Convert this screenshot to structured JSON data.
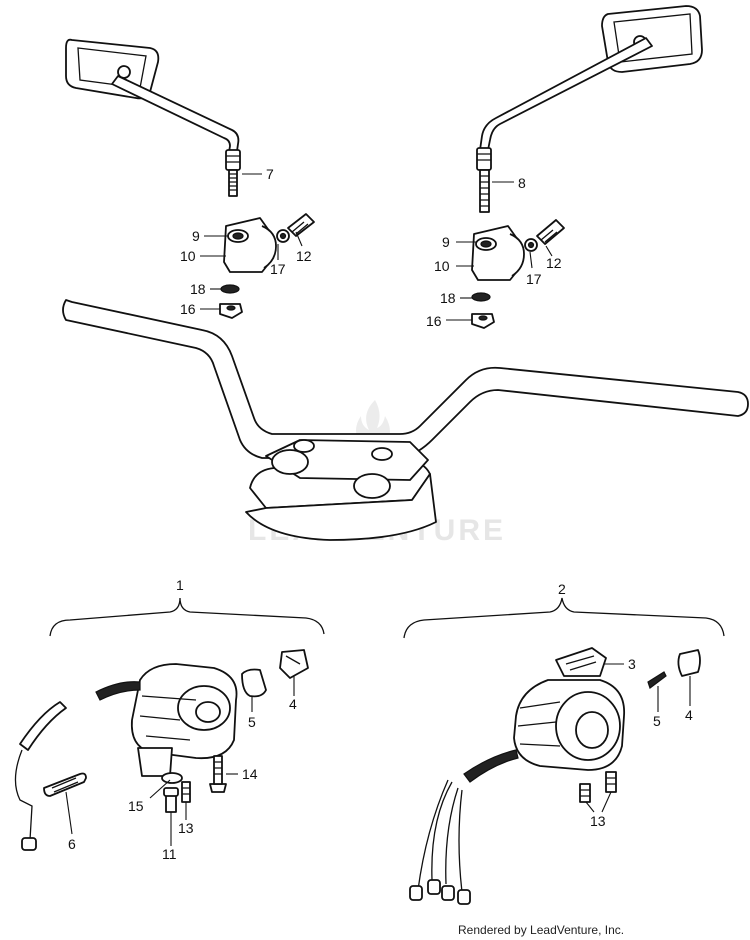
{
  "watermark": "LEADVENTURE",
  "credit": "Rendered by LeadVenture, Inc.",
  "callouts": {
    "c7": "7",
    "c8": "8",
    "l9": "9",
    "l10": "10",
    "l12": "12",
    "l17": "17",
    "l18": "18",
    "l16": "16",
    "r9": "9",
    "r10": "10",
    "r12": "12",
    "r17": "17",
    "r18": "18",
    "r16": "16",
    "g1": "1",
    "g2": "2",
    "a5": "5",
    "a4": "4",
    "a14": "14",
    "a15": "15",
    "a13": "13",
    "a11": "11",
    "a6": "6",
    "b3": "3",
    "b5": "5",
    "b4": "4",
    "b13": "13"
  }
}
